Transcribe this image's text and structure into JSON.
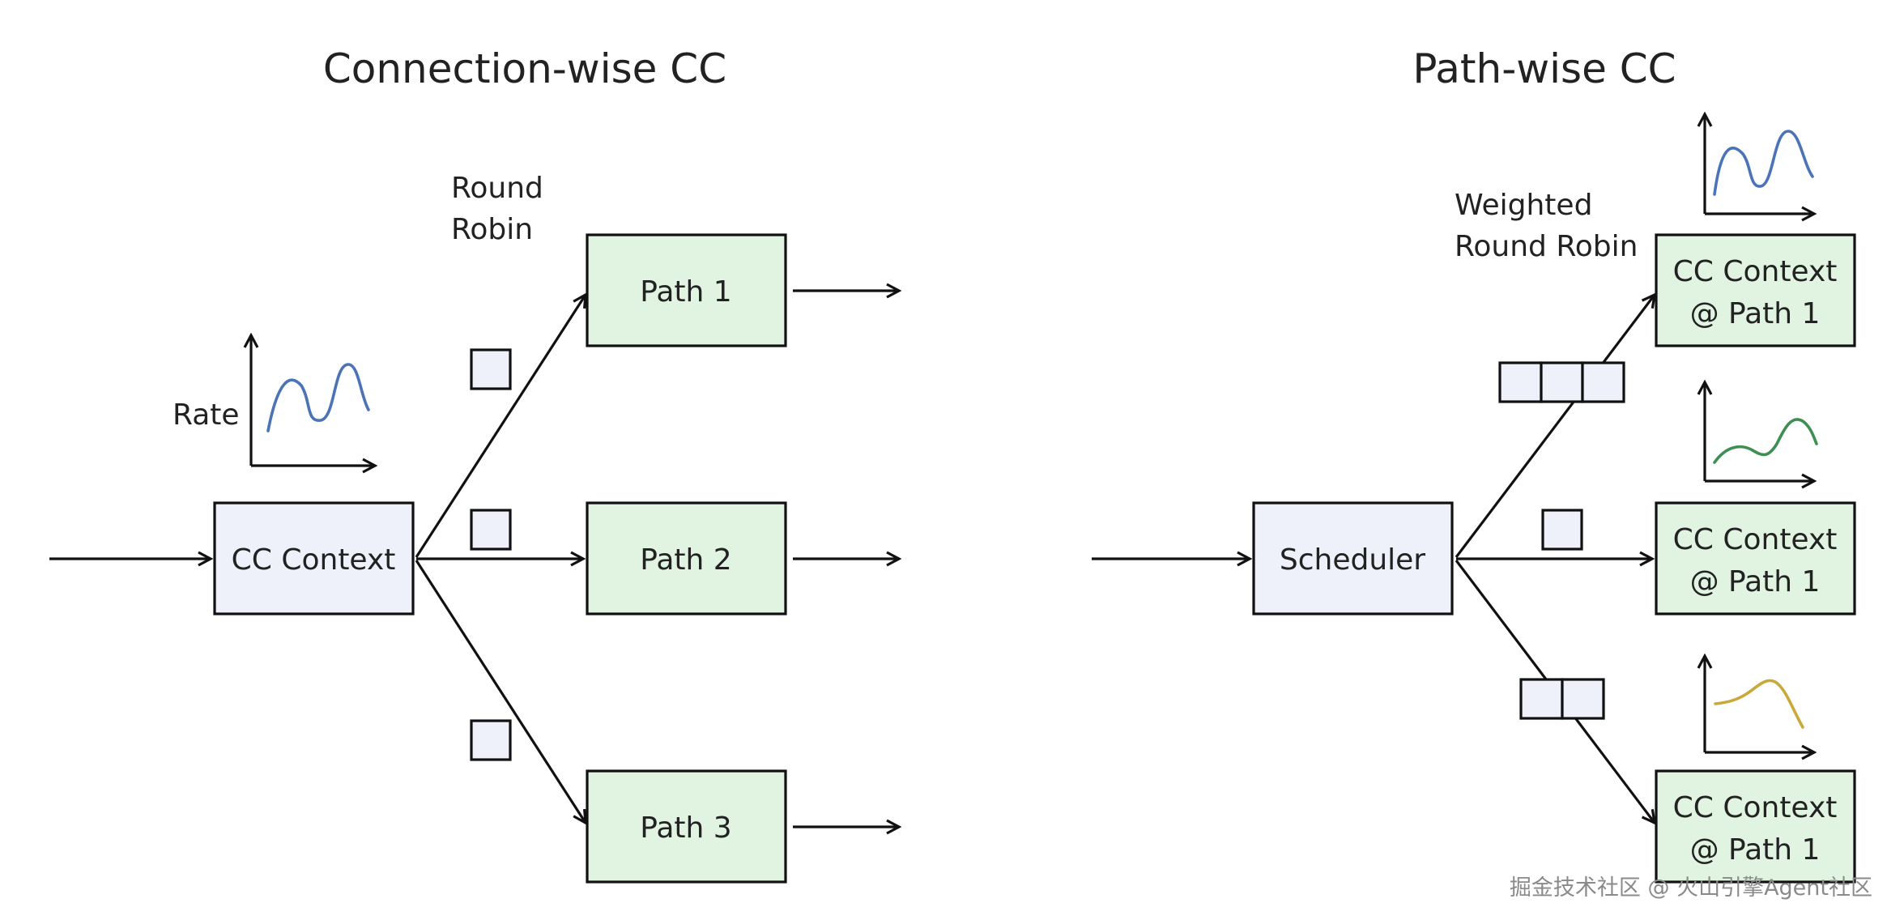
{
  "connection_wise": {
    "title": "Connection-wise CC",
    "round_robin_line1": "Round",
    "round_robin_line2": "Robin",
    "rate_label": "Rate",
    "cc_context_label": "CC Context",
    "paths": [
      "Path 1",
      "Path 2",
      "Path 3"
    ]
  },
  "path_wise": {
    "title": "Path-wise CC",
    "wrr_line1": "Weighted",
    "wrr_line2": "Round Robin",
    "scheduler_label": "Scheduler",
    "contexts": [
      {
        "line1": "CC Context",
        "line2": "@ Path 1"
      },
      {
        "line1": "CC Context",
        "line2": "@ Path 1"
      },
      {
        "line1": "CC Context",
        "line2": "@ Path 1"
      }
    ]
  },
  "colors": {
    "box_blue": "#eef1f9",
    "box_green": "#e1f3e1",
    "curve_blue": "#4a73b8",
    "curve_green": "#3f8f55",
    "curve_yellow": "#c9a93a"
  },
  "watermark": "掘金技术社区 @ 火山引擎Agent社区"
}
